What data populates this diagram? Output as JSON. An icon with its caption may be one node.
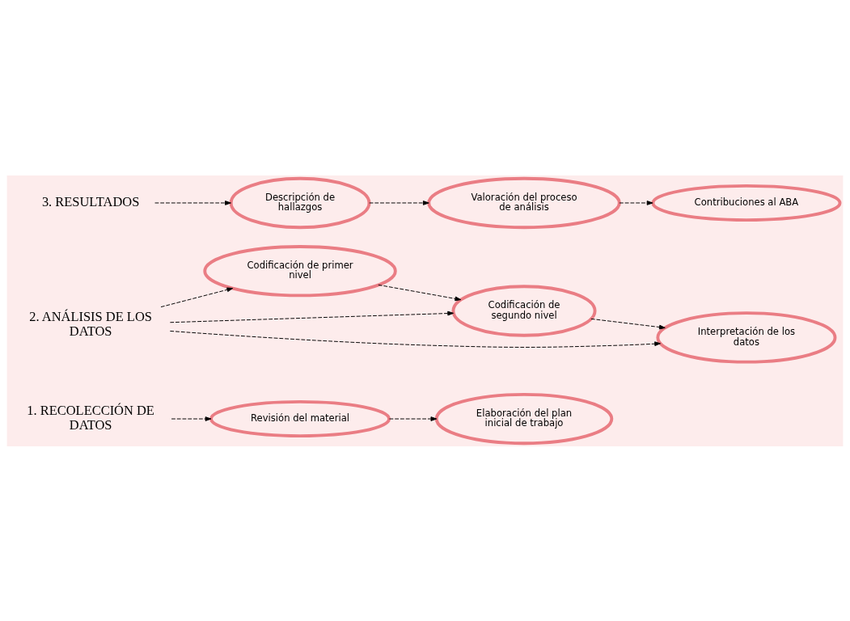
{
  "diagram": {
    "nodes": [
      {
        "text": [
          "1. RECOLECCIÓN DE DATOS"
        ]
      },
      {
        "text": [
          "Revisión del material"
        ]
      },
      {
        "text": [
          "Elaboración del plan inicial de trabajo"
        ]
      },
      {
        "text": [
          "2. ANÁLISIS DE LOS DATOS"
        ]
      },
      {
        "text": [
          "Codificación de primer nivel"
        ]
      },
      {
        "text": [
          "Codificación de segundo nivel"
        ]
      },
      {
        "text": [
          "Interpretación de los datos"
        ]
      },
      {
        "text": [
          "3. RESULTADOS"
        ]
      },
      {
        "text": [
          "Descripción de hallazgos"
        ]
      },
      {
        "text": [
          "Valoración del proceso de análisis"
        ]
      },
      {
        "text": [
          "Contribuciones al ABA"
        ]
      }
    ],
    "edges": [
      {
        "from": 0,
        "to": 1,
        "arrow": "to",
        "style": "dashed"
      },
      {
        "from": 1,
        "to": 2,
        "arrow": "to",
        "style": "dashed"
      },
      {
        "from": 3,
        "to": 4,
        "arrow": "to",
        "style": "dashed"
      },
      {
        "from": 3,
        "to": 5,
        "arrow": "to",
        "style": "dashed"
      },
      {
        "from": 3,
        "to": 6,
        "arrow": "to",
        "style": "dashed"
      },
      {
        "from": 4,
        "to": 5,
        "arrow": "to",
        "style": "dashed"
      },
      {
        "from": 5,
        "to": 6,
        "arrow": "to",
        "style": "dashed"
      },
      {
        "from": 7,
        "to": 8,
        "arrow": "to",
        "style": "dashed"
      },
      {
        "from": 8,
        "to": 9,
        "arrow": "to",
        "style": "dashed"
      },
      {
        "from": 9,
        "to": 10,
        "arrow": "to",
        "style": "dashed"
      }
    ]
  }
}
